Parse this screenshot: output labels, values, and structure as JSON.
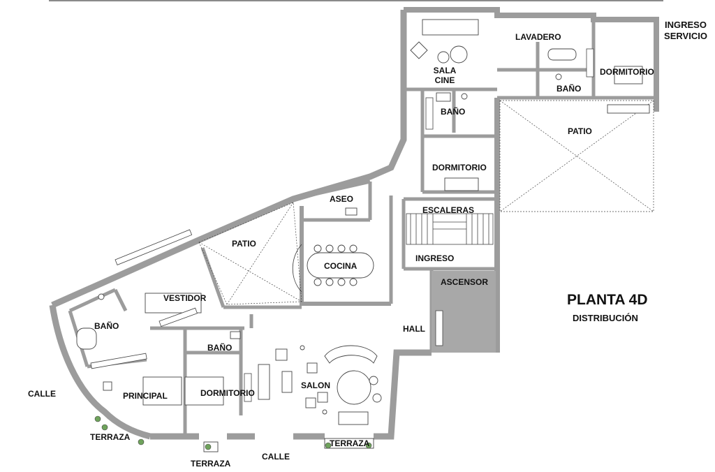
{
  "plan": {
    "title": "PLANTA 4D",
    "subtitle": "DISTRIBUCIÓN",
    "rooms": {
      "sala_cine": [
        "SALA",
        "CINE"
      ],
      "lavadero": "LAVADERO",
      "ingreso_servicio": [
        "INGRESO",
        "SERVICIO"
      ],
      "dormitorio_servicio": "DORMITORIO",
      "bano_servicio": "BAÑO",
      "bano_cine": "BAÑO",
      "patio_east": "PATIO",
      "dormitorio_north": "DORMITORIO",
      "aseo": "ASEO",
      "escaleras": "ESCALERAS",
      "patio_west": "PATIO",
      "cocina": "COCINA",
      "ingreso": "INGRESO",
      "ascensor": "ASCENSOR",
      "vestidor": "VESTIDOR",
      "bano_principal": "BAÑO",
      "hall": "HALL",
      "bano_dormitorio": "BAÑO",
      "salon": "SALON",
      "principal": "PRINCIPAL",
      "dormitorio_south": "DORMITORIO",
      "calle_west": "CALLE",
      "terraza_1": "TERRAZA",
      "terraza_2": "TERRAZA",
      "calle_south": "CALLE",
      "terraza_3": "TERRAZA"
    },
    "colors": {
      "wall": "#9c9c9c",
      "wall_edge": "#5a5a5a",
      "ascensor_fill": "#a8a8a8",
      "plant": "#6fa35c"
    }
  }
}
